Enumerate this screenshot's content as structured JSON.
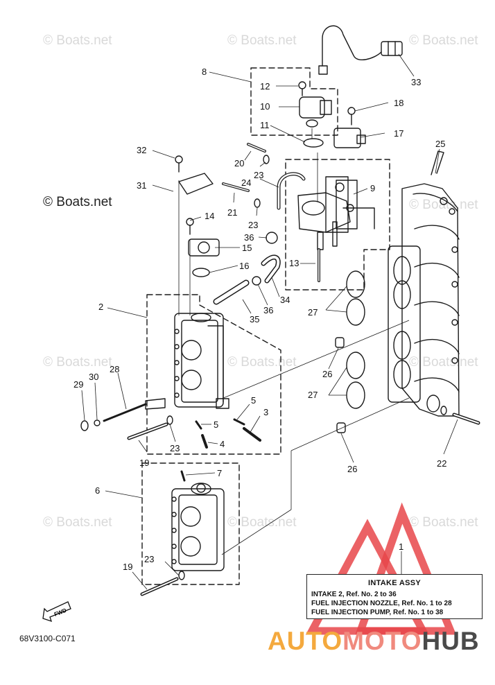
{
  "watermark": "© Boats.net",
  "brand": "© Boats.net",
  "diagram_code": "68V3100-C071",
  "fwd_label": "FWD",
  "legend": {
    "title": "INTAKE ASSY",
    "rows": [
      {
        "label": "INTAKE 2,",
        "ref": "Ref. No. 2 to 36"
      },
      {
        "label": "FUEL INJECTION NOZZLE,",
        "ref": "Ref. No. 1 to 28"
      },
      {
        "label": "FUEL INJECTION PUMP,",
        "ref": "Ref. No. 1 to 38"
      }
    ]
  },
  "site_logo": {
    "part1": "AUTO",
    "part2": "MOTO",
    "part3": "HUB",
    "colors": {
      "auto": "#f4a93e",
      "moto": "#f08a7e",
      "hub": "#4a4a4a",
      "triangle": "#e8474a"
    }
  },
  "callouts": [
    "1",
    "2",
    "3",
    "4",
    "5",
    "5",
    "6",
    "7",
    "8",
    "9",
    "10",
    "11",
    "12",
    "13",
    "14",
    "15",
    "16",
    "17",
    "18",
    "19",
    "19",
    "20",
    "21",
    "22",
    "23",
    "23",
    "23",
    "23",
    "24",
    "25",
    "26",
    "26",
    "27",
    "27",
    "28",
    "29",
    "30",
    "31",
    "32",
    "33",
    "34",
    "35",
    "36",
    "36"
  ]
}
